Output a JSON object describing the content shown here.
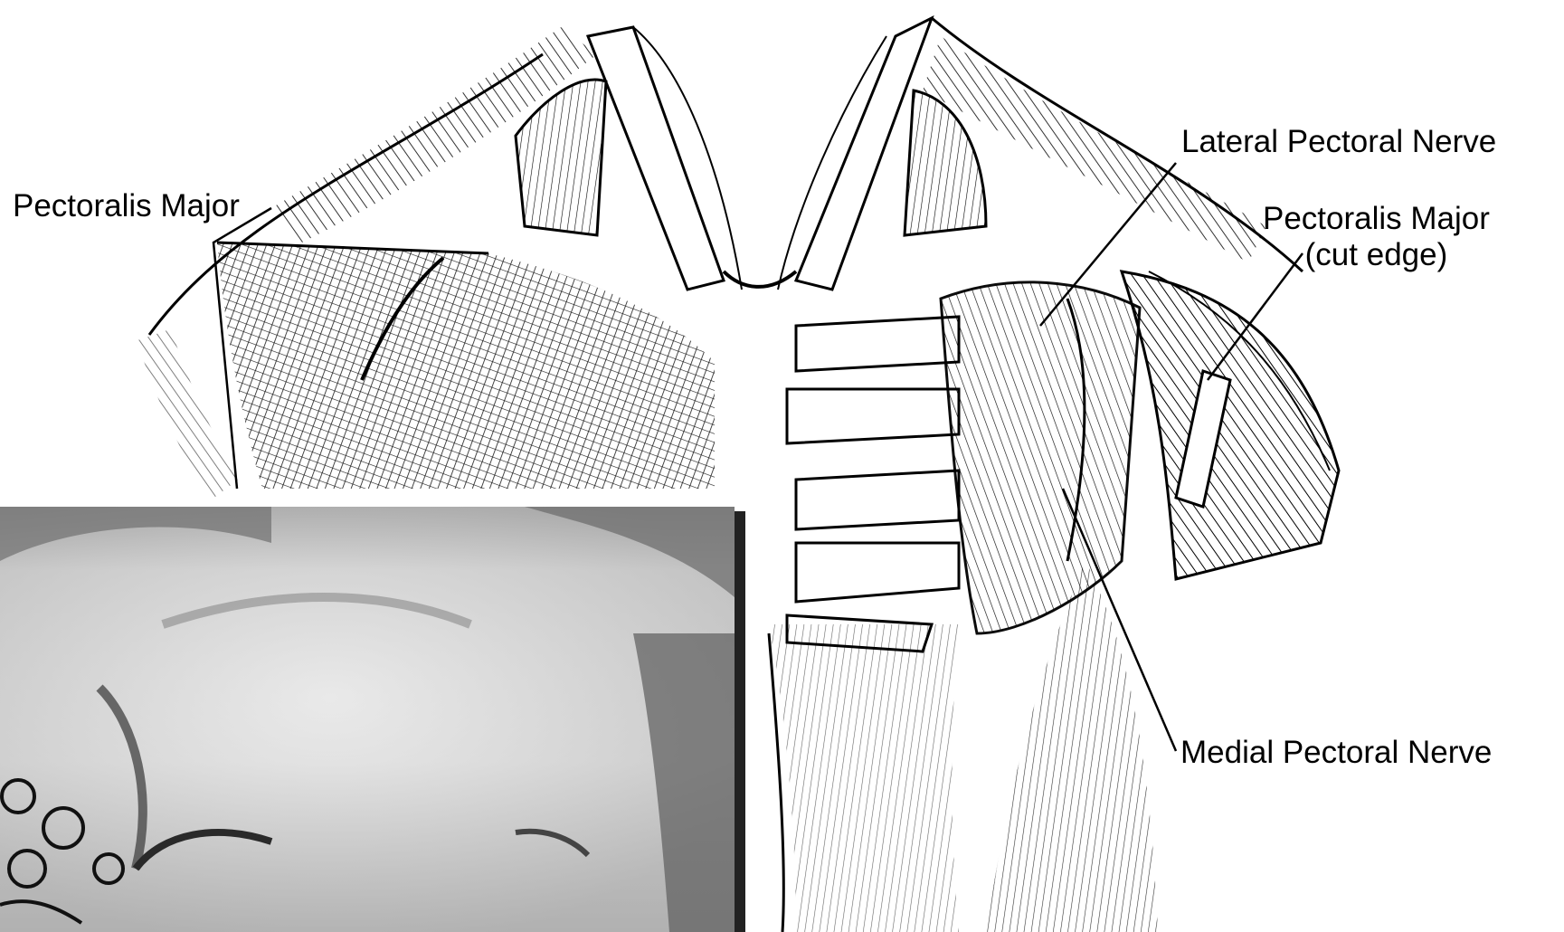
{
  "labels": {
    "pectoralis_major_left": "Pectoralis Major",
    "lateral_pectoral_nerve": "Lateral Pectoral Nerve",
    "pectoralis_major_right_line1": "Pectoralis Major",
    "pectoralis_major_right_line2": "(cut edge)",
    "medial_pectoral_nerve": "Medial Pectoral Nerve"
  }
}
